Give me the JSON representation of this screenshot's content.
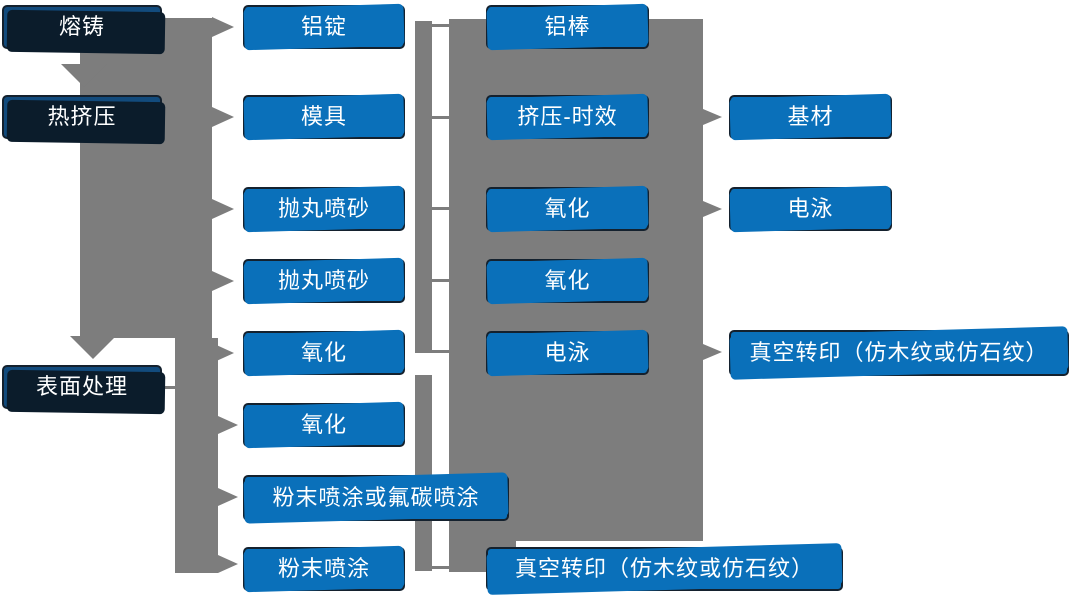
{
  "diagram_type": "process-flowchart",
  "colors": {
    "node_blue": "#0a70ba",
    "node_dark_blue": "#124b7d",
    "node_border": "#14212e",
    "connector_gray": "#7d7d7d",
    "text": "#ffffff",
    "background": "#ffffff"
  },
  "nodes": {
    "melt": {
      "label": "熔铸"
    },
    "hot_extrusion": {
      "label": "热挤压"
    },
    "surface_treatment": {
      "label": "表面处理"
    },
    "ingot": {
      "label": "铝锭"
    },
    "mold": {
      "label": "模具"
    },
    "shot_blast_1": {
      "label": "抛丸喷砂"
    },
    "shot_blast_2": {
      "label": "抛丸喷砂"
    },
    "oxidation_1": {
      "label": "氧化"
    },
    "oxidation_2": {
      "label": "氧化"
    },
    "powder_fluorocarbon": {
      "label": "粉末喷涂或氟碳喷涂"
    },
    "powder": {
      "label": "粉末喷涂"
    },
    "rod": {
      "label": "铝棒"
    },
    "extrusion_aging": {
      "label": "挤压-时效"
    },
    "oxidation_3": {
      "label": "氧化"
    },
    "oxidation_4": {
      "label": "氧化"
    },
    "electrophoresis_1": {
      "label": "电泳"
    },
    "vacuum_transfer_1": {
      "label": "真空转印（仿木纹或仿石纹）"
    },
    "base_material": {
      "label": "基材"
    },
    "electrophoresis_2": {
      "label": "电泳"
    },
    "vacuum_transfer_2": {
      "label": "真空转印（仿木纹或仿石纹）"
    }
  }
}
